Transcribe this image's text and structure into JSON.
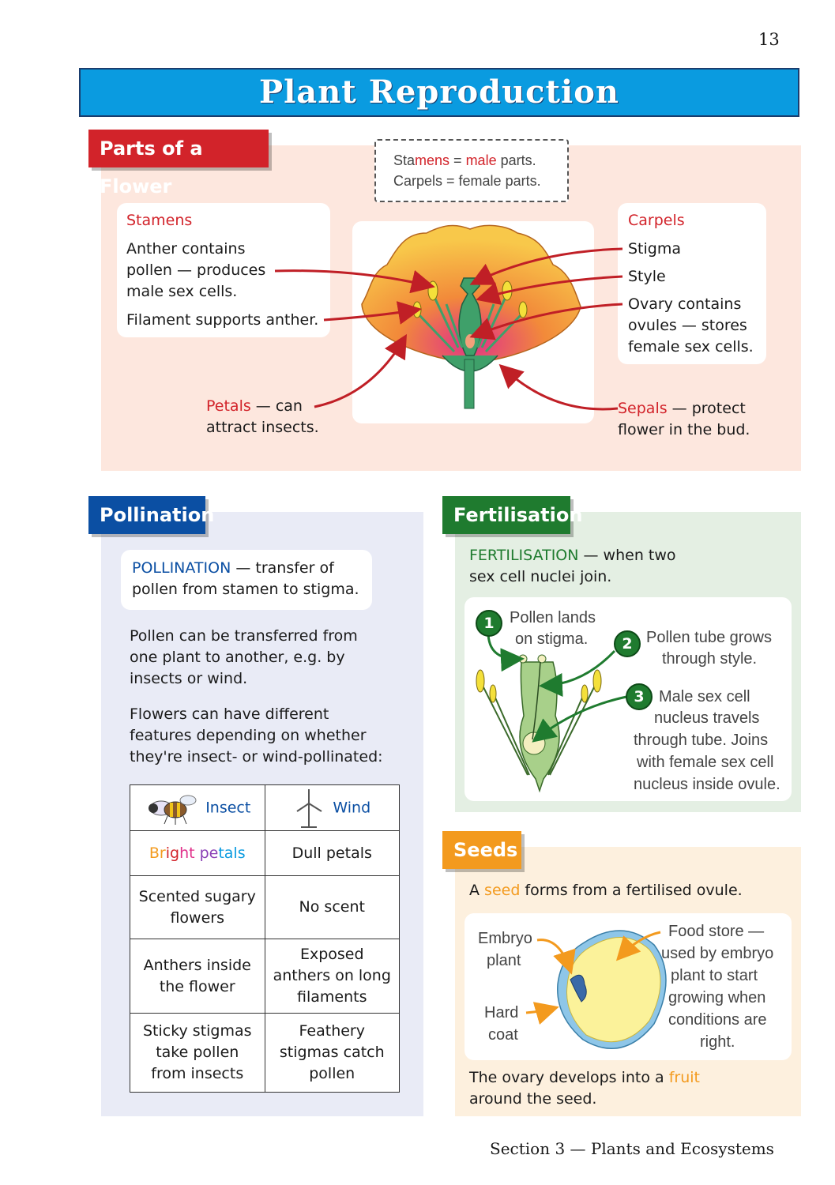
{
  "page_number": "13",
  "title": "Plant Reproduction",
  "flower": {
    "header": "Parts of a Flower",
    "note_line1_a": "Sta",
    "note_line1_b": "mens",
    "note_line1_c": " = ",
    "note_line1_d": "male",
    "note_line1_e": " parts.",
    "note_line2": "Carpels = female parts.",
    "stamens_title": "Stamens",
    "stamens_l1": "Anther contains",
    "stamens_l2": "pollen — produces",
    "stamens_l3": "male sex cells.",
    "stamens_l4": "Filament supports anther.",
    "carpels_title": "Carpels",
    "carpels_l1": "Stigma",
    "carpels_l2": "Style",
    "carpels_l3": "Ovary contains",
    "carpels_l4": "ovules — stores",
    "carpels_l5": "female sex cells.",
    "petals_word": "Petals",
    "petals_rest": " — can",
    "petals_l2": "attract insects.",
    "sepals_word": "Sepals",
    "sepals_rest": " — protect",
    "sepals_l2": "flower in the bud."
  },
  "pollination": {
    "header": "Pollination",
    "def_word": "POLLINATION",
    "def_rest": " — transfer of",
    "def_l2": "pollen from stamen to stigma.",
    "p1_l1": "Pollen can be transferred from",
    "p1_l2": "one plant to another, e.g. by",
    "p1_l3": "insects or wind.",
    "p2_l1": "Flowers can have different",
    "p2_l2": "features depending on whether",
    "p2_l3": "they're insect- or wind-pollinated:",
    "table": {
      "col_insect": "Insect",
      "col_wind": "Wind",
      "bright": [
        "Br",
        "ig",
        "ht ",
        "pe",
        "tals"
      ],
      "rows": [
        [
          "Scented sugary flowers",
          "No scent"
        ],
        [
          "Anthers inside the flower",
          "Exposed anthers on long filaments"
        ],
        [
          "Sticky stigmas take pollen from insects",
          "Feathery stigmas catch pollen"
        ]
      ],
      "row1_wind": "Dull petals"
    }
  },
  "fertilisation": {
    "header": "Fertilisation",
    "def_word": "FERTILISATION",
    "def_rest": " — when two",
    "def_l2": "sex cell nuclei join.",
    "step1_num": "1",
    "step1_l1": "Pollen lands",
    "step1_l2": "on stigma.",
    "step2_num": "2",
    "step2_l1": "Pollen tube grows",
    "step2_l2": "through style.",
    "step3_num": "3",
    "step3_l1": "Male sex cell",
    "step3_l2": "nucleus travels",
    "step3_l3": "through tube.  Joins",
    "step3_l4": "with female sex cell",
    "step3_l5": "nucleus inside ovule."
  },
  "seeds": {
    "header": "Seeds",
    "intro_a": "A ",
    "intro_seed": "seed",
    "intro_b": " forms from a fertilised ovule.",
    "embryo_l1": "Embryo",
    "embryo_l2": "plant",
    "hard_l1": "Hard",
    "hard_l2": "coat",
    "food_l1": "Food store —",
    "food_l2": "used by embryo",
    "food_l3": "plant to start",
    "food_l4": "growing when",
    "food_l5": "conditions are",
    "food_l6": "right.",
    "outro_a": "The ovary develops into a ",
    "outro_fruit": "fruit",
    "outro_l2": "around the seed."
  },
  "footer": "Section 3 — Plants and Ecosystems",
  "colors": {
    "title_blue": "#0a9be0",
    "flower_red": "#d2232a",
    "pollination_blue": "#0b4fa3",
    "fertilisation_green": "#1f7b2f",
    "seeds_orange": "#f39a1e"
  }
}
